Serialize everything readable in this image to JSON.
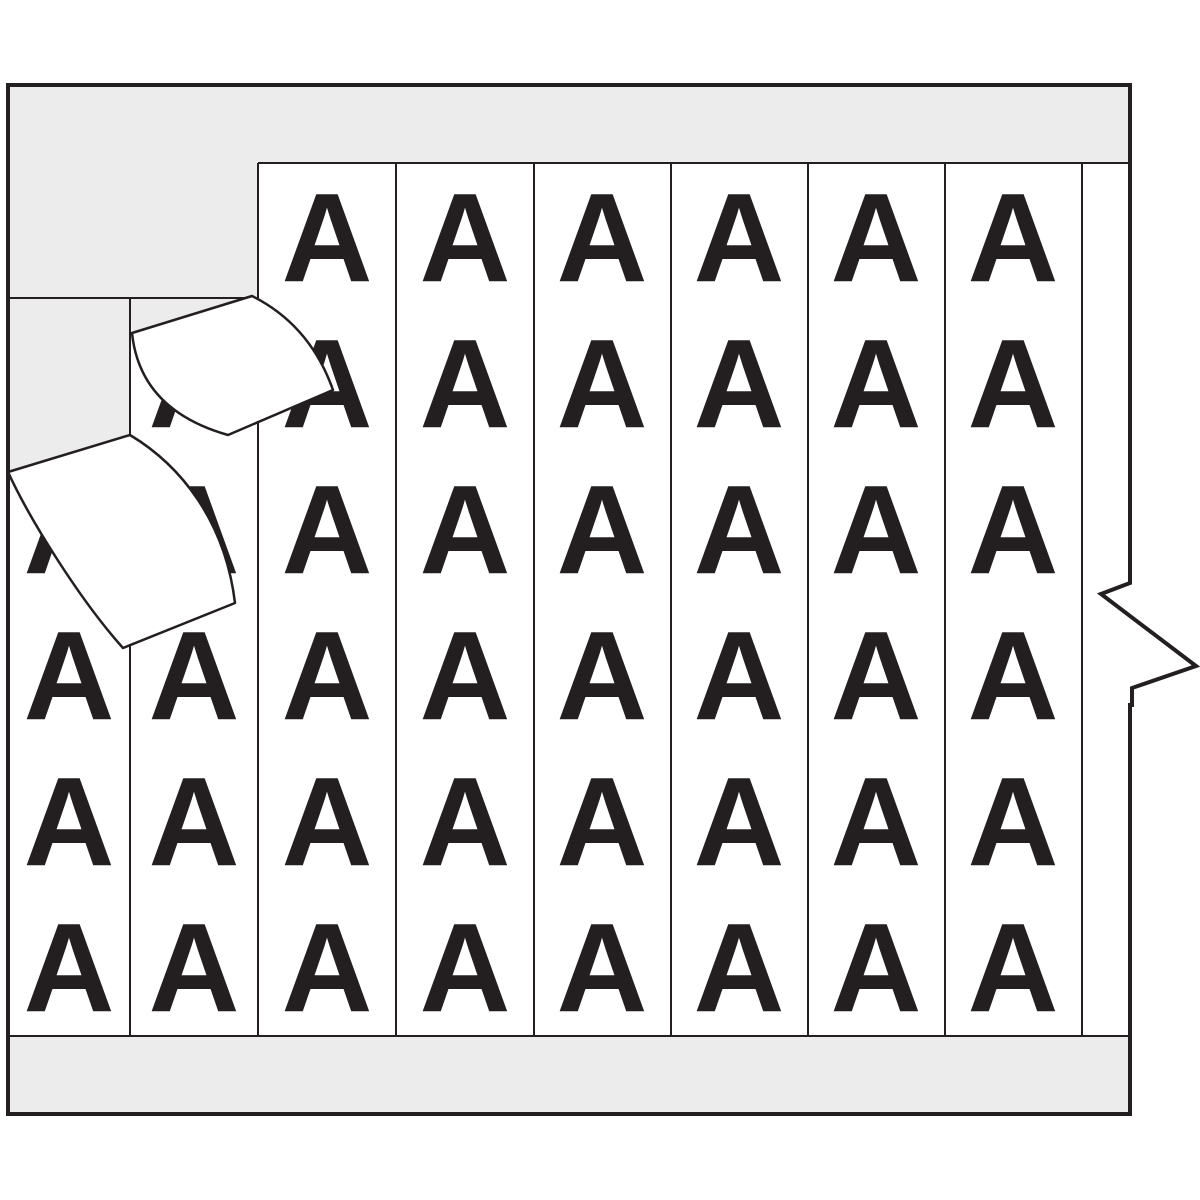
{
  "page": {
    "background": "#ffffff"
  },
  "card": {
    "letter": "A",
    "letter_color": "#231f20",
    "card_fill": "#ffffff",
    "liner_gray": "#ececec",
    "line_color": "#231f20",
    "visible_letter_count": 45,
    "peeled_label_count": 2,
    "strip_columns": 8,
    "letter_rows": 6,
    "grid_cells": [
      {
        "col": 1,
        "rows": [
          3,
          4,
          5,
          6
        ]
      },
      {
        "col": 2,
        "rows": [
          2,
          3,
          4,
          5,
          6
        ]
      },
      {
        "col": 3,
        "rows": [
          1,
          2,
          3,
          4,
          5,
          6
        ]
      },
      {
        "col": 4,
        "rows": [
          1,
          2,
          3,
          4,
          5,
          6
        ]
      },
      {
        "col": 5,
        "rows": [
          1,
          2,
          3,
          4,
          5,
          6
        ]
      },
      {
        "col": 6,
        "rows": [
          1,
          2,
          3,
          4,
          5,
          6
        ]
      },
      {
        "col": 7,
        "rows": [
          1,
          2,
          3,
          4,
          5,
          6
        ]
      },
      {
        "col": 8,
        "rows": [
          1,
          2,
          3,
          4,
          5,
          6
        ]
      }
    ]
  }
}
